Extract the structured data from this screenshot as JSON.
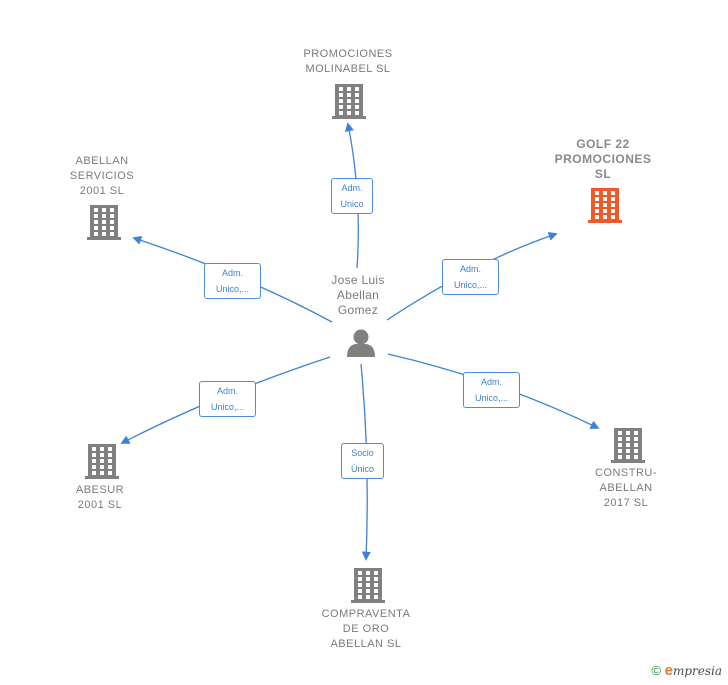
{
  "center": {
    "name": "Jose Luis\nAbellan\nGomez",
    "icon": "person-icon"
  },
  "nodes": [
    {
      "id": "molinabel",
      "label": "PROMOCIONES\nMOLINABEL  SL",
      "icon": "building-icon",
      "color": "#808080"
    },
    {
      "id": "golf22",
      "label": "GOLF 22\nPROMOCIONES\nSL",
      "icon": "building-icon",
      "color": "#f05a28"
    },
    {
      "id": "abellan-servicios",
      "label": "ABELLAN\nSERVICIOS\n2001  SL",
      "icon": "building-icon",
      "color": "#808080"
    },
    {
      "id": "abesur",
      "label": "ABESUR\n2001 SL",
      "icon": "building-icon",
      "color": "#808080"
    },
    {
      "id": "compraventa",
      "label": "COMPRAVENTA\nDE ORO\nABELLAN  SL",
      "icon": "building-icon",
      "color": "#808080"
    },
    {
      "id": "constru",
      "label": "CONSTRU-\nABELLAN\n2017  SL",
      "icon": "building-icon",
      "color": "#808080"
    }
  ],
  "edges": [
    {
      "to": "molinabel",
      "label": "Adm.\nUnico"
    },
    {
      "to": "golf22",
      "label": "Adm.\nUnico,..."
    },
    {
      "to": "abellan-servicios",
      "label": "Adm.\nUnico,..."
    },
    {
      "to": "abesur",
      "label": "Adm.\nUnico,..."
    },
    {
      "to": "compraventa",
      "label": "Socio\nÚnico"
    },
    {
      "to": "constru",
      "label": "Adm.\nUnico,..."
    }
  ],
  "colors": {
    "edge": "#3c82d6",
    "building": "#808080",
    "highlight": "#f05a28",
    "person": "#808080"
  },
  "footer": {
    "copyright": "©",
    "brand_initial": "e",
    "brand_rest": "mpresia"
  }
}
